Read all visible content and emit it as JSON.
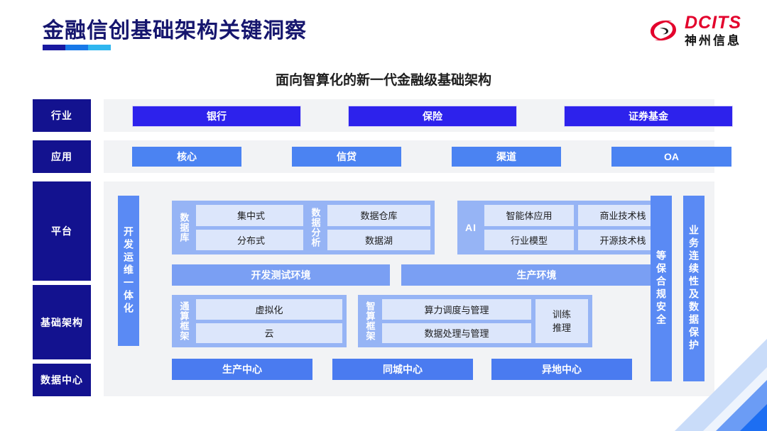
{
  "header": {
    "title": "金融信创基础架构关键洞察",
    "underline_colors": [
      "#1a19a0",
      "#1878e8",
      "#2fb6ef"
    ],
    "logo": {
      "mark": "dcits-swirl-logo-icon",
      "english": "DCITS",
      "chinese": "神州信息",
      "red": "#e3022c"
    }
  },
  "subtitle": "面向智算化的新一代金融级基础架构",
  "diagram": {
    "layer_labels": [
      {
        "name": "industry",
        "text": "行业"
      },
      {
        "name": "application",
        "text": "应用"
      },
      {
        "name": "platform",
        "text": "平台"
      },
      {
        "name": "infrastructure",
        "text": "基础架构"
      },
      {
        "name": "datacenter",
        "text": "数据中心"
      }
    ],
    "industry_chips": [
      "银行",
      "保险",
      "证券基金"
    ],
    "application_chips": [
      "核心",
      "信贷",
      "渠道",
      "OA"
    ],
    "left_vbar": "开发运维一体化",
    "right_vbars": [
      "等保合规安全",
      "业务连续性及数据保护"
    ],
    "groups": {
      "database": {
        "tag": "数据库",
        "items": [
          "集中式",
          "分布式"
        ]
      },
      "analytics": {
        "tag": "数据分析",
        "items": [
          "数据仓库",
          "数据湖"
        ]
      },
      "ai": {
        "tag": "AI",
        "items": [
          "智能体应用",
          "商业技术栈",
          "行业模型",
          "开源技术栈"
        ]
      },
      "general_compute": {
        "tag": "通算框架",
        "items": [
          "虚拟化",
          "云"
        ]
      },
      "intelligent_compute": {
        "tag": "智算框架",
        "items": [
          "算力调度与管理",
          "数据处理与管理"
        ],
        "side": [
          "训练",
          "推理"
        ]
      }
    },
    "environments": [
      "开发测试环境",
      "生产环境"
    ],
    "centers": [
      "生产中心",
      "同城中心",
      "异地中心"
    ]
  },
  "colors": {
    "navy": "#13128f",
    "industry_blue": "#2d22ec",
    "app_blue": "#4b83f2",
    "group_blue": "#96b4f5",
    "sub_blue": "#dce6fb",
    "env_blue": "#7a9ff3",
    "center_blue": "#4a7bf0",
    "panel_gray": "#f2f3f5"
  }
}
